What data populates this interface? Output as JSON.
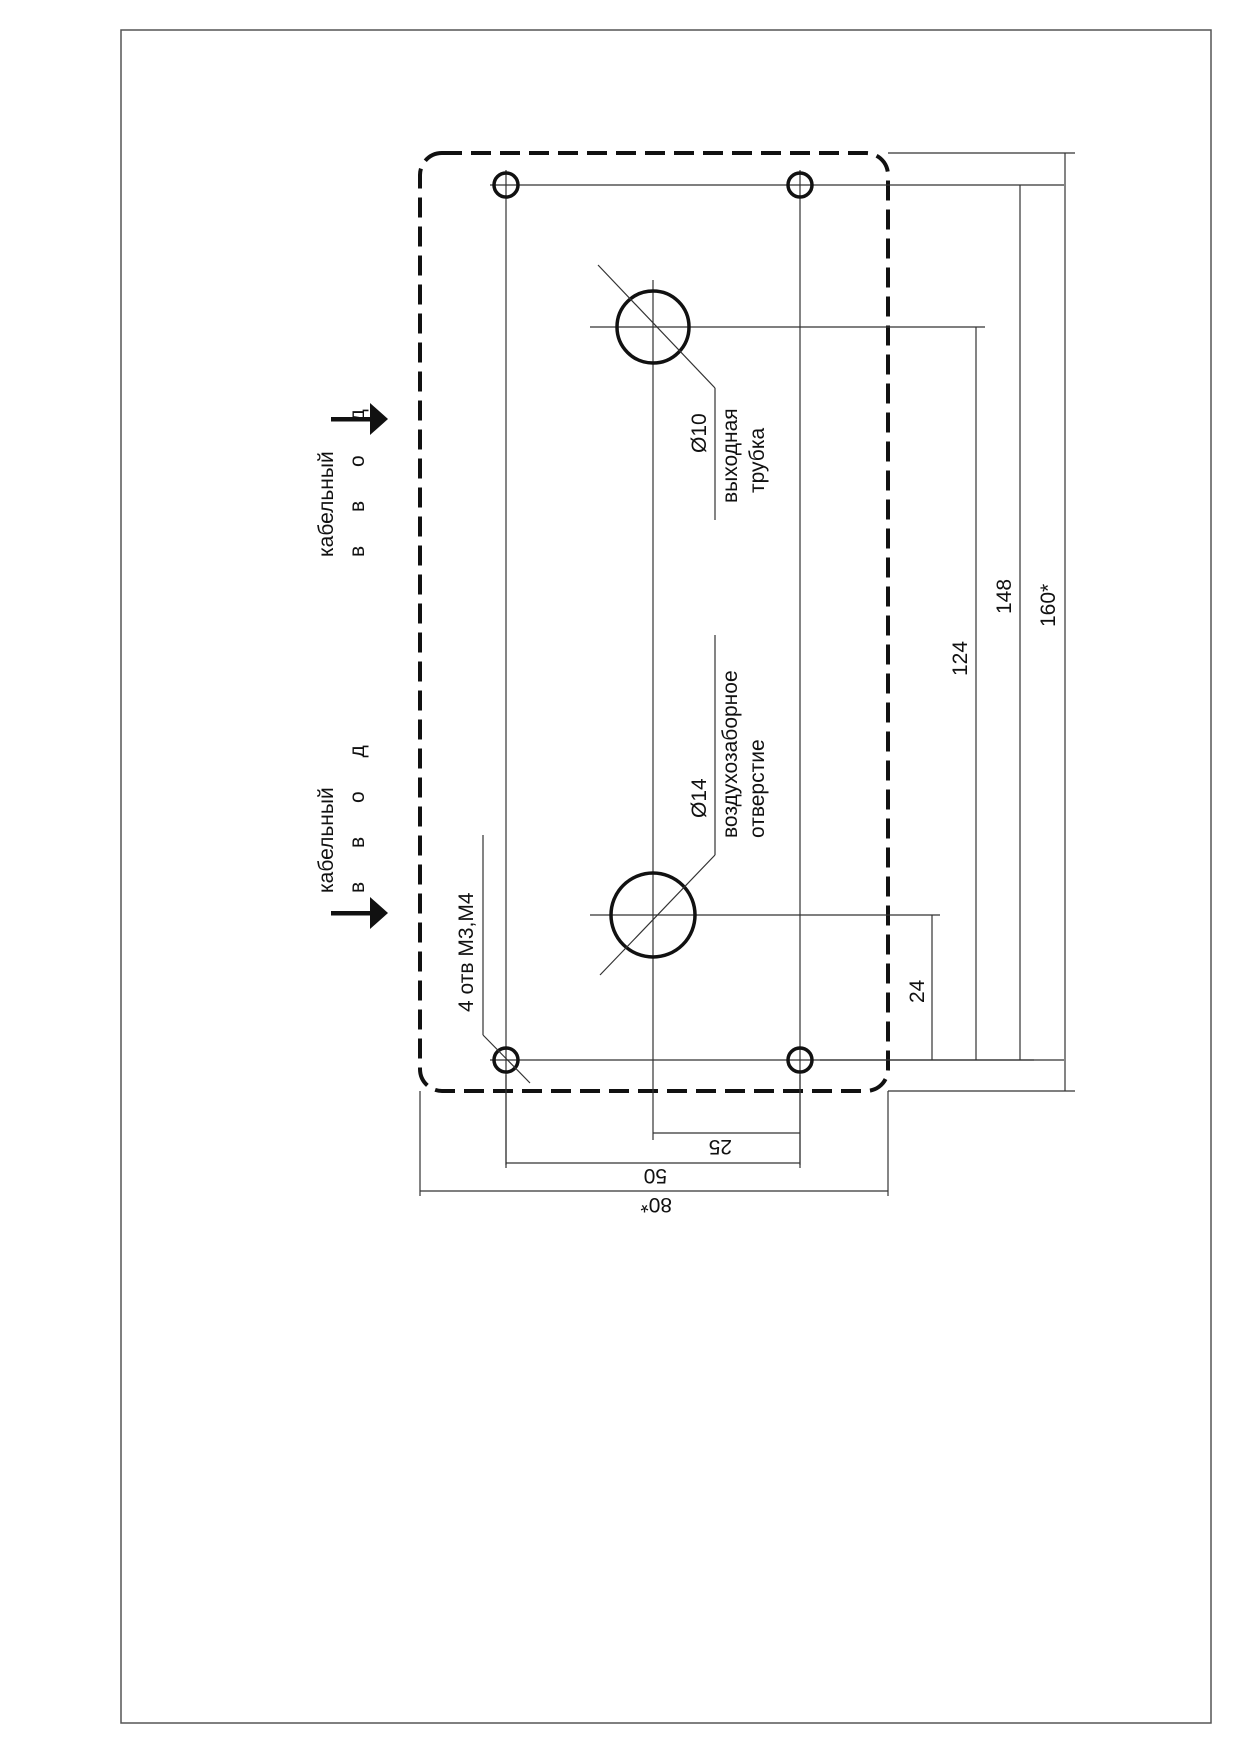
{
  "colors": {
    "ink": "#111111",
    "thin": "#333333",
    "paper": "#ffffff"
  },
  "labels": {
    "cable_entry_word": "кабельный",
    "cable_entry_word2": "в в о д",
    "mount_holes": "4 отв М3,М4",
    "intake_diameter": "Ø14",
    "intake_line1": "воздухозаборное",
    "intake_line2": "отверстие",
    "outlet_diameter": "Ø10",
    "outlet_line1": "выходная",
    "outlet_line2": "трубка"
  },
  "dimensions": {
    "d24": "24",
    "d124": "124",
    "d148": "148",
    "d160": "160*",
    "d25": "25",
    "d50": "50",
    "d80": "80*"
  }
}
